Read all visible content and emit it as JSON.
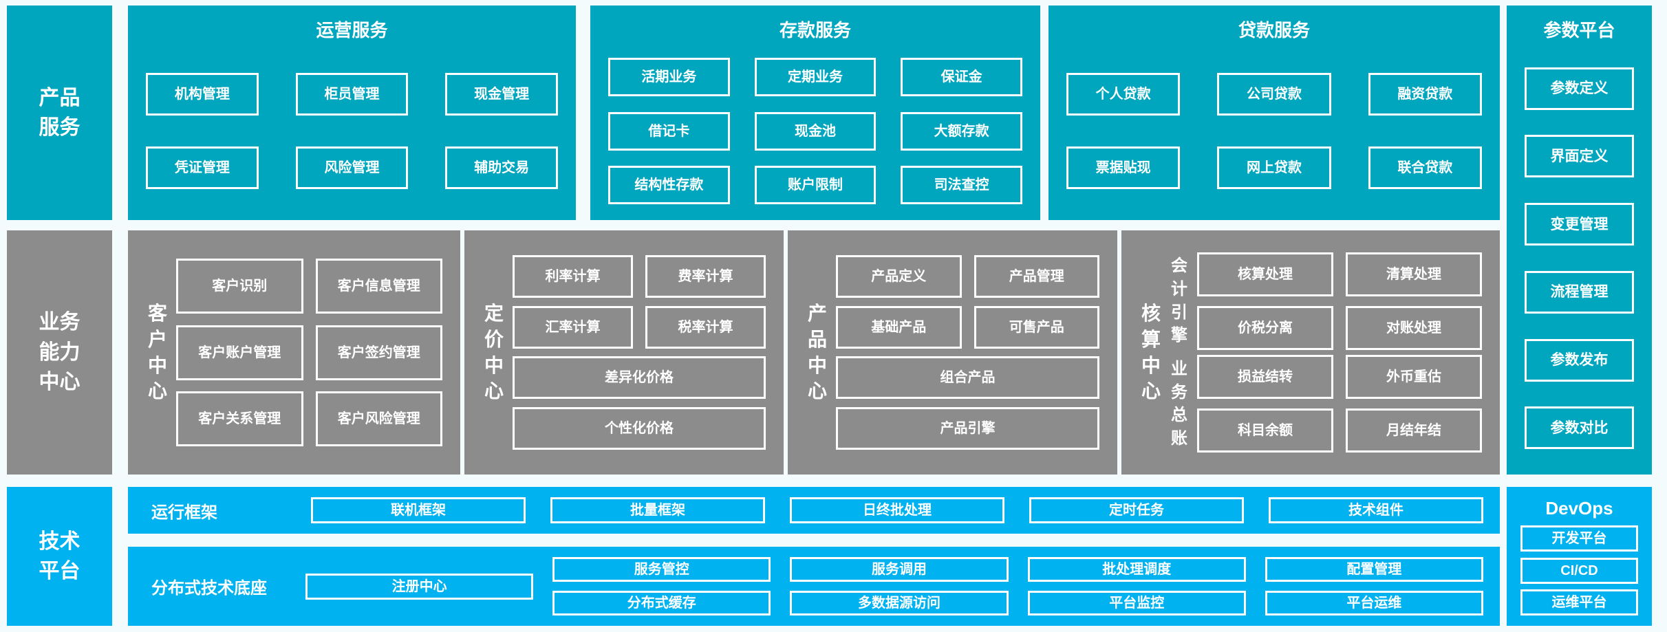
{
  "colors": {
    "teal": "#00A6BE",
    "gray": "#8C8C8C",
    "blue": "#00B2F0",
    "bg": "#F3FBFD"
  },
  "rails": {
    "product": "产品服务",
    "business": "业务能力中心",
    "tech": "技术平台"
  },
  "operations": {
    "title": "运营服务",
    "items": [
      "机构管理",
      "柜员管理",
      "现金管理",
      "凭证管理",
      "风险管理",
      "辅助交易"
    ]
  },
  "deposit": {
    "title": "存款服务",
    "items": [
      "活期业务",
      "定期业务",
      "保证金",
      "借记卡",
      "现金池",
      "大额存款",
      "结构性存款",
      "账户限制",
      "司法查控"
    ]
  },
  "loan": {
    "title": "贷款服务",
    "items": [
      "个人贷款",
      "公司贷款",
      "融资贷款",
      "票据贴现",
      "网上贷款",
      "联合贷款"
    ]
  },
  "param_platform": {
    "title": "参数平台",
    "items": [
      "参数定义",
      "界面定义",
      "变更管理",
      "流程管理",
      "参数发布",
      "参数对比"
    ]
  },
  "customer_center": {
    "label": "客户中心",
    "items": [
      "客户识别",
      "客户信息管理",
      "客户账户管理",
      "客户签约管理",
      "客户关系管理",
      "客户风险管理"
    ]
  },
  "pricing_center": {
    "label": "定价中心",
    "items": [
      "利率计算",
      "费率计算",
      "汇率计算",
      "税率计算"
    ],
    "wide_items": [
      "差异化价格",
      "个性化价格"
    ]
  },
  "product_center": {
    "label": "产品中心",
    "items": [
      "产品定义",
      "产品管理",
      "基础产品",
      "可售产品"
    ],
    "wide_items": [
      "组合产品",
      "产品引擎"
    ]
  },
  "accounting_center": {
    "label": "核算中心",
    "groups": [
      {
        "label": "会计引擎",
        "items": [
          "核算处理",
          "清算处理",
          "价税分离",
          "对账处理"
        ]
      },
      {
        "label": "业务总账",
        "items": [
          "损益结转",
          "外币重估",
          "科目余额",
          "月结年结"
        ]
      }
    ]
  },
  "runtime_framework": {
    "label": "运行框架",
    "items": [
      "联机框架",
      "批量框架",
      "日终批处理",
      "定时任务",
      "技术组件"
    ]
  },
  "distributed_base": {
    "label": "分布式技术底座",
    "registry": "注册中心",
    "row1": [
      "服务管控",
      "服务调用",
      "批处理调度",
      "配置管理"
    ],
    "row2": [
      "分布式缓存",
      "多数据源访问",
      "平台监控",
      "平台运维"
    ]
  },
  "devops": {
    "title": "DevOps",
    "items": [
      "开发平台",
      "CI/CD",
      "运维平台"
    ]
  }
}
